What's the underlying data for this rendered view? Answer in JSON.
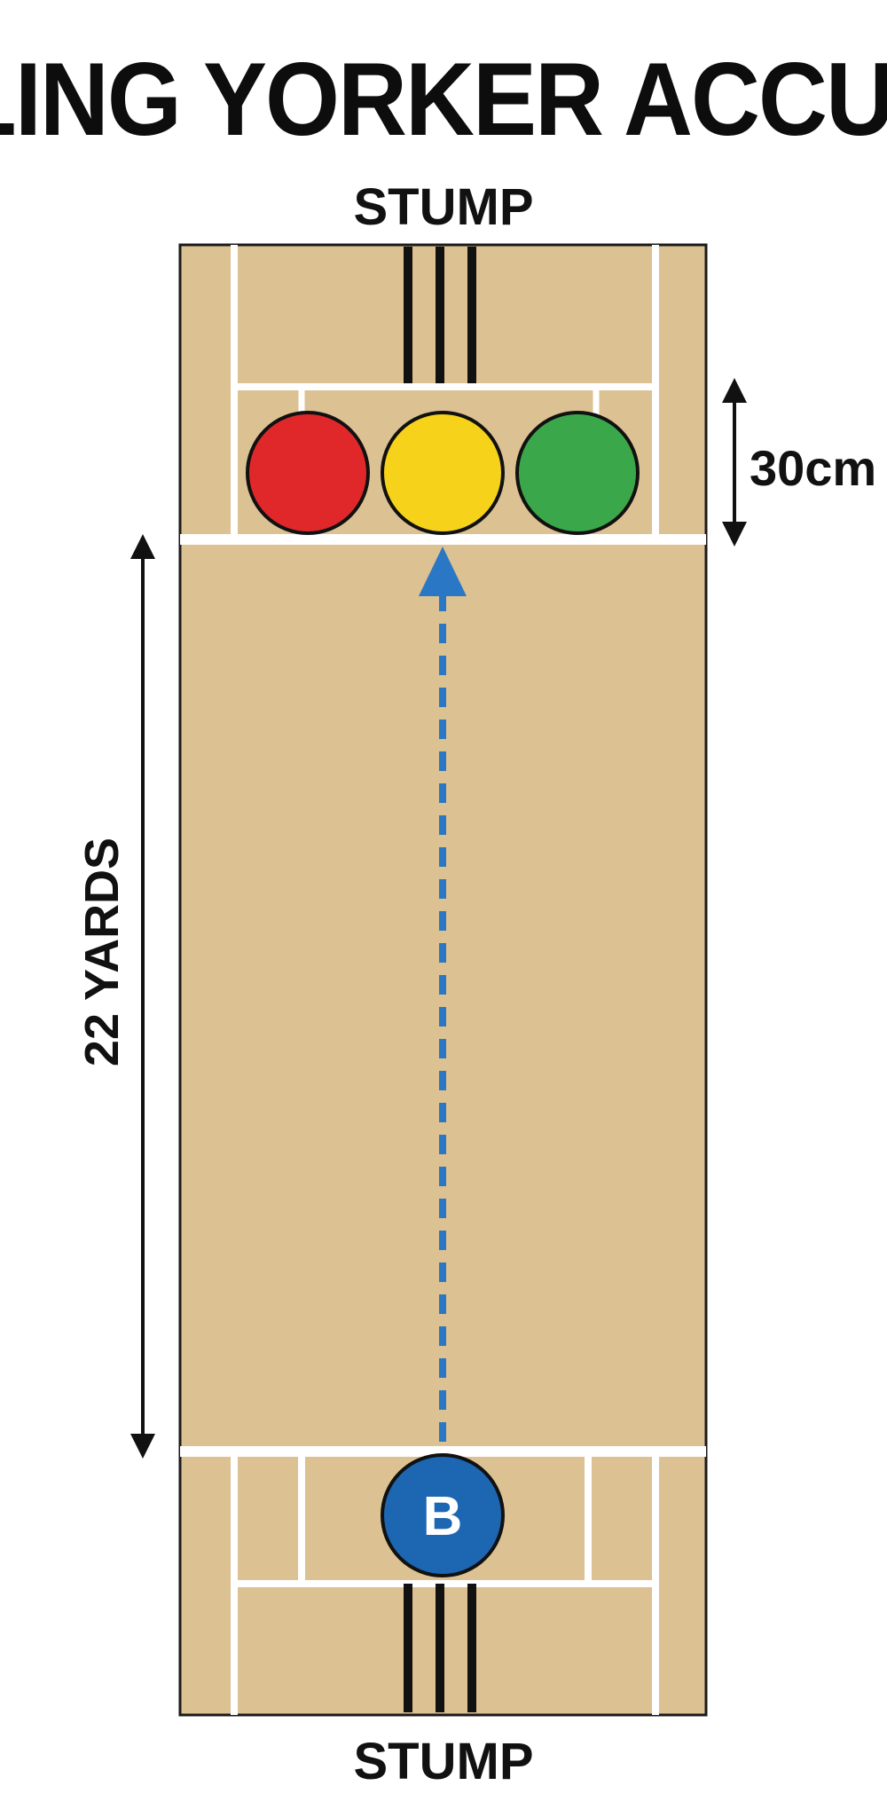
{
  "title": "BOWLING YORKER ACCURACY",
  "labels": {
    "stump_top": "STUMP",
    "stump_bottom": "STUMP",
    "pitch_length": "22 YARDS",
    "target_zone_depth": "30cm",
    "bowler_marker": "B"
  },
  "targets": [
    {
      "name": "red-target",
      "color": "#e0282a"
    },
    {
      "name": "yellow-target",
      "color": "#f7d21b"
    },
    {
      "name": "green-target",
      "color": "#3aa84a"
    }
  ],
  "colors": {
    "pitch": "#dcc192",
    "crease_lines": "#ffffff",
    "bowler": "#1c66b2",
    "trajectory": "#2a78c5",
    "stumps": "#111111"
  }
}
